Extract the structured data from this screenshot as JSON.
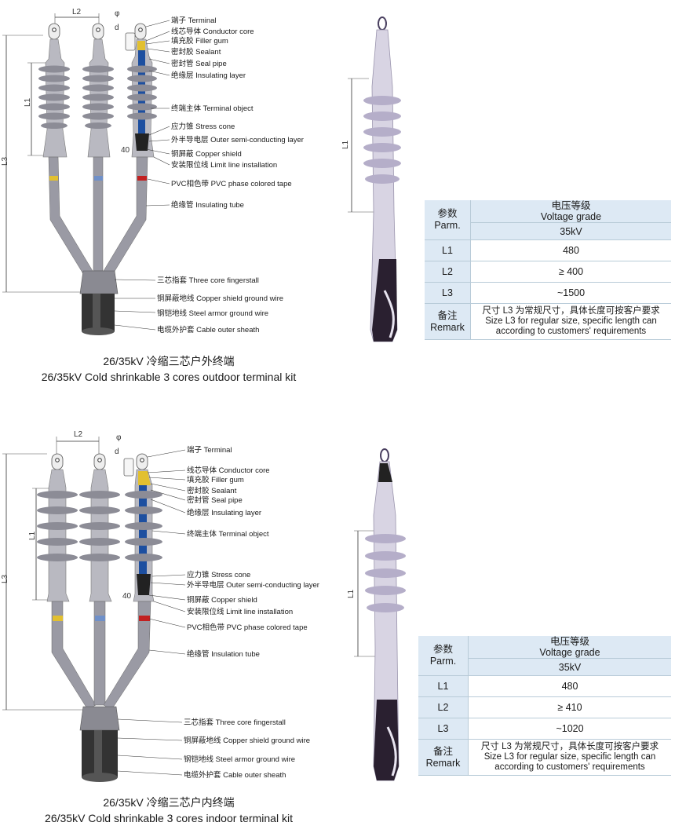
{
  "outdoor": {
    "dims": {
      "l2": "L2",
      "phi": "φ",
      "d": "d",
      "l1": "L1",
      "l3": "L3",
      "l": "40"
    },
    "labels": [
      "端子 Terminal",
      "线芯导体 Conductor core",
      "填充胶 Filler gum",
      "密封胶 Sealant",
      "密封管 Seal pipe",
      "绝缘层 Insulating layer",
      "终端主体 Terminal object",
      "应力锥 Stress cone",
      "外半导电层 Outer semi-conducting layer",
      "铜屏蔽 Copper shield",
      "安装限位线 Limit line installation",
      "PVC相色带 PVC phase colored tape",
      "绝缘管 Insulating tube",
      "三芯指套 Three core fingerstall",
      "铜屏蔽地线 Copper shield ground wire",
      "钢铠地线 Steel armor ground wire",
      "电缆外护套 Cable outer sheath"
    ],
    "caption_cn": "26/35kV 冷缩三芯户外终端",
    "caption_en": "26/35kV Cold shrinkable 3 cores outdoor terminal kit",
    "photo_dim": "L1",
    "table": {
      "param_cn": "参数",
      "param_en": "Parm.",
      "grade_cn": "电压等级",
      "grade_en": "Voltage grade",
      "grade_value": "35kV",
      "rows": [
        {
          "name": "L1",
          "value": "480"
        },
        {
          "name": "L2",
          "value": "≥ 400"
        },
        {
          "name": "L3",
          "value": "~1500"
        }
      ],
      "remark_cn": "备注",
      "remark_en": "Remark",
      "remark_text_cn": "尺寸 L3 为常规尺寸，具体长度可按客户要求",
      "remark_text_en1": "Size L3 for regular size, specific length can",
      "remark_text_en2": "according to customers' requirements"
    }
  },
  "indoor": {
    "dims": {
      "l2": "L2",
      "phi": "φ",
      "d": "d",
      "l1": "L1",
      "l3": "L3",
      "l": "40"
    },
    "labels": [
      "端子 Terminal",
      "线芯导体 Conductor core",
      "填充胶 Filler gum",
      "密封胶 Sealant",
      "密封管 Seal pipe",
      "绝缘层 Insulating layer",
      "终端主体 Terminal object",
      "应力锥 Stress cone",
      "外半导电层 Outer semi-conducting layer",
      "铜屏蔽 Copper shield",
      "安装限位线 Limit line installation",
      "PVC相色带 PVC phase colored tape",
      "绝缘管 Insulation tube",
      "三芯指套 Three core fingerstall",
      "铜屏蔽地线 Copper shield ground wire",
      "钢铠地线 Steel armor ground wire",
      "电缆外护套 Cable outer sheath"
    ],
    "caption_cn": "26/35kV 冷缩三芯户内终端",
    "caption_en": "26/35kV Cold shrinkable 3 cores indoor terminal kit",
    "photo_dim": "L1",
    "table": {
      "param_cn": "参数",
      "param_en": "Parm.",
      "grade_cn": "电压等级",
      "grade_en": "Voltage grade",
      "grade_value": "35kV",
      "rows": [
        {
          "name": "L1",
          "value": "480"
        },
        {
          "name": "L2",
          "value": "≥ 410"
        },
        {
          "name": "L3",
          "value": "~1020"
        }
      ],
      "remark_cn": "备注",
      "remark_en": "Remark",
      "remark_text_cn": "尺寸 L3 为常规尺寸，具体长度可按客户要求",
      "remark_text_en1": "Size L3 for regular size, specific length can",
      "remark_text_en2": "according to customers' requirements"
    }
  },
  "colors": {
    "insulator": "#b9b9c1",
    "insulator_dark": "#8c8c96",
    "core_blue": "#1d4fa0",
    "tape_yellow": "#e2c030",
    "tape_blue": "#6f90c9",
    "tape_red": "#c22020",
    "sheath": "#333333",
    "photo_body": "#d8d4e3",
    "table_head": "#dde9f4"
  }
}
